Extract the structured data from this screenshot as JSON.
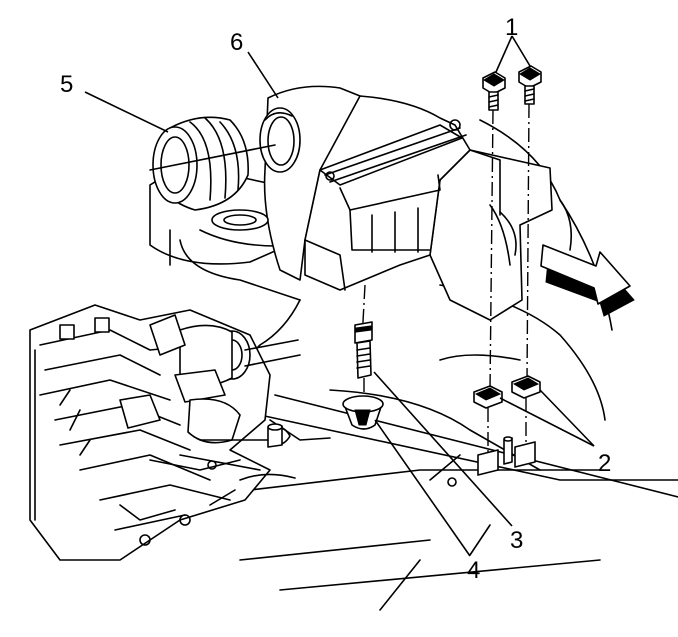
{
  "callouts": {
    "c1": "1",
    "c2": "2",
    "c3": "3",
    "c4": "4",
    "c5": "5",
    "c6": "6"
  },
  "icons": {
    "direction_arrow": "front-direction-arrow-icon"
  }
}
